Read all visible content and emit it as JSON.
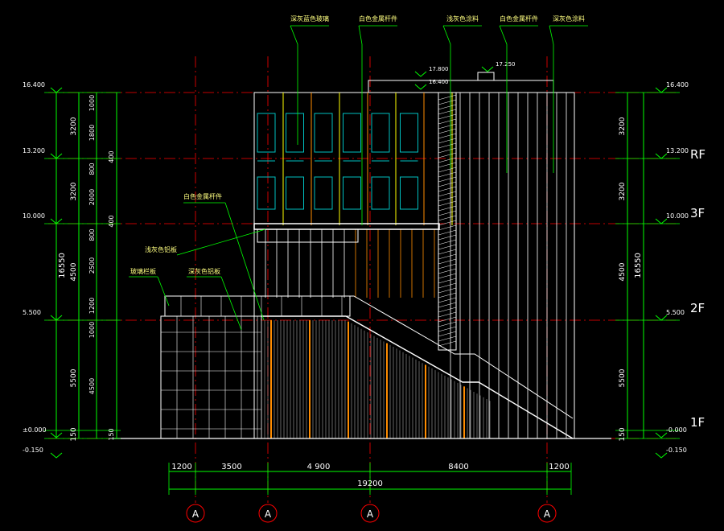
{
  "annotations": {
    "top": [
      "深灰蓝色玻璃",
      "白色金属杆件",
      "浅灰色涂料",
      "白色金属杆件",
      "深灰色涂料"
    ],
    "mid": [
      "白色金属杆件",
      "浅灰色铝板",
      "玻璃栏板",
      "深灰色铝板"
    ]
  },
  "elevation_marks": {
    "left": [
      "16.400",
      "13.200",
      "10.000",
      "5.500",
      "±0.000",
      "-0.150"
    ],
    "right": [
      "16.400",
      "13.200",
      "10.000",
      "5.500",
      "-0.000",
      "-0.150"
    ],
    "top": [
      "17.800",
      "16.400",
      "17.250"
    ]
  },
  "left_dims": {
    "outer": "16550",
    "mid": [
      "3200",
      "3200",
      "4500",
      "5500",
      "150"
    ],
    "inner": [
      "1000",
      "1800",
      "800",
      "2000",
      "400",
      "400",
      "800",
      "2500",
      "1200",
      "1000",
      "4500",
      "150"
    ]
  },
  "right_dims": {
    "outer": "16550",
    "mid": [
      "3200",
      "3200",
      "4500",
      "5500",
      "150"
    ]
  },
  "floors": [
    "RF",
    "3F",
    "2F",
    "1F"
  ],
  "bottom_dims": {
    "segments": [
      "1200",
      "3500",
      "4 900",
      "8400",
      "1200"
    ],
    "total": "19200"
  },
  "axes": [
    "A",
    "A",
    "A",
    "A"
  ],
  "colors": {
    "background": "#000000",
    "dim_green": "#00ff00",
    "axis_red": "#ff0000",
    "facade_white": "#ffffff",
    "mullion_orange": "#ff8c00",
    "window_cyan": "#00c0c0",
    "yellow": "#ffff00",
    "text_yellow": "#ffff80"
  }
}
